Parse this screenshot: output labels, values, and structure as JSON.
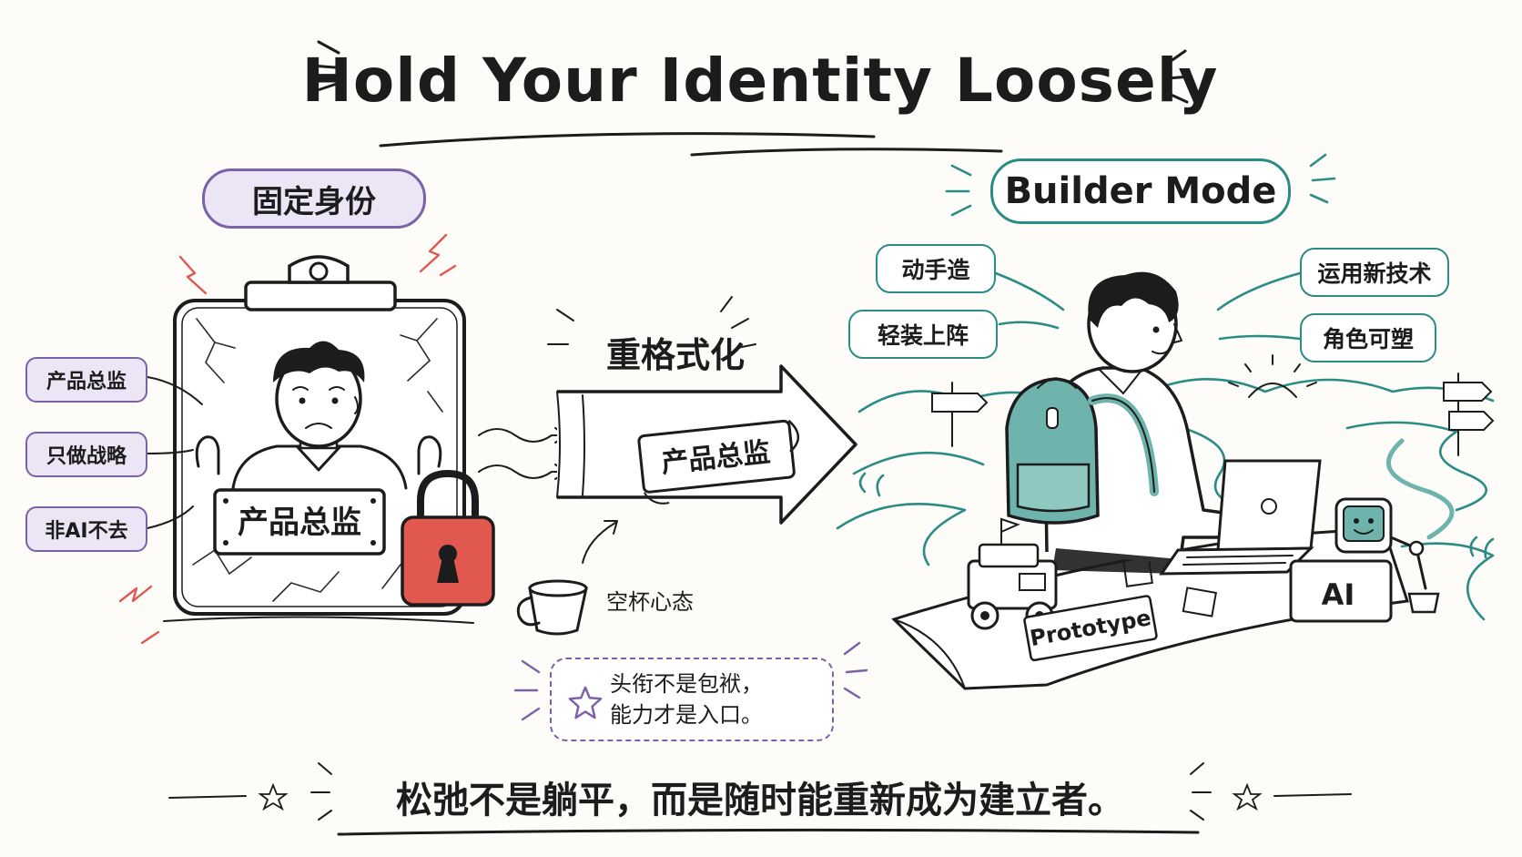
{
  "title": "Hold Your Identity Loosely",
  "left_panel": {
    "heading": "固定身份",
    "tags": [
      "产品总监",
      "只做战略",
      "非AI不去"
    ],
    "nameplate": "产品总监",
    "lock_color": "#e0584f"
  },
  "middle_panel": {
    "action": "重格式化",
    "arrow_tag": "产品总监",
    "cup_label": "空杯心态",
    "quote_lines": [
      "头衔不是包袱，",
      "能力才是入口。"
    ]
  },
  "right_panel": {
    "heading": "Builder Mode",
    "tags": [
      "动手造",
      "轻装上阵",
      "运用新技术",
      "角色可塑"
    ],
    "prototype_label": "Prototype",
    "ai_label": "AI"
  },
  "bottom_line": "松弛不是躺平，而是随时能重新成为建立者。",
  "colors": {
    "purple_accent": "#7b61a8",
    "purple_fill": "#ece5f6",
    "teal_accent": "#2a8c84",
    "teal_fill": "#6fb3ad",
    "red_lock": "#e0584f",
    "ink": "#1c1c1c"
  },
  "icons": [
    "clipboard-icon",
    "lock-icon",
    "cup-icon",
    "star-icon",
    "arrow-icon",
    "backpack-icon",
    "laptop-icon",
    "robot-icon",
    "rover-icon",
    "signpost-icon",
    "sun-icon"
  ]
}
